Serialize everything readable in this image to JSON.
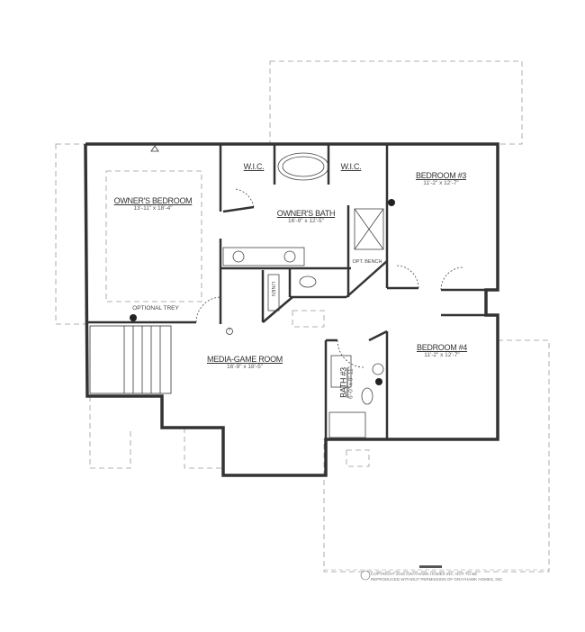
{
  "rooms": {
    "owners_bedroom": {
      "name": "OWNER'S BEDROOM",
      "dims": "13'-11\" x 18'-4\""
    },
    "owners_bath": {
      "name": "OWNER'S BATH",
      "dims": "16'-9\" x 12'-5\""
    },
    "wic_left": {
      "name": "W.I.C."
    },
    "wic_right": {
      "name": "W.I.C."
    },
    "bedroom3": {
      "name": "BEDROOM #3",
      "dims": "11'-2\" x 12'-7\""
    },
    "bedroom4": {
      "name": "BEDROOM #4",
      "dims": "11'-2\" x 12'-7\""
    },
    "media_room": {
      "name": "MEDIA-GAME ROOM",
      "dims": "16'-9\" x 18'-5\""
    },
    "bath3": {
      "name": "BATH #3",
      "dims": "6'-0\" x 9'-11\""
    }
  },
  "annotations": {
    "optional_trey": "OPTIONAL TREY",
    "opt_bench": "OPT. BENCH",
    "linen": "LINEN",
    "thermostat": "T"
  },
  "copyright": {
    "line1": "COPYRIGHT 2016 GRAYHAWK HOMES INC. NOT TO BE",
    "line2": "REPRODUCED WITHOUT PERMISSION OF GRAYHAWK HOMES, INC."
  },
  "colors": {
    "wall": "#333333",
    "dashed": "#888888"
  }
}
